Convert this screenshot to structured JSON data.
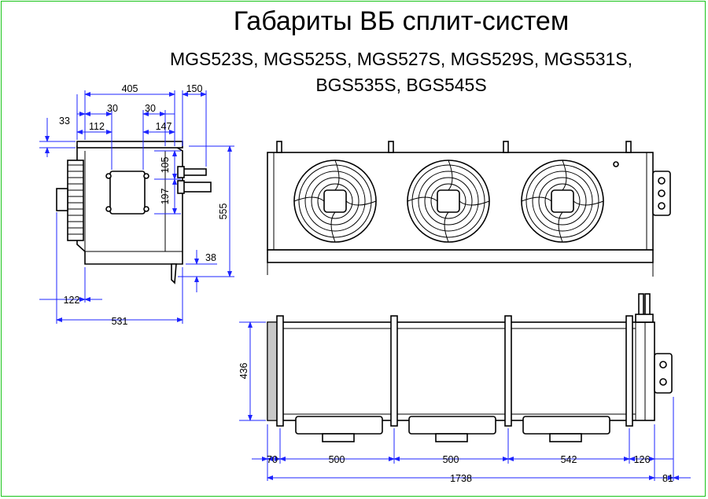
{
  "title": "Габариты ВБ сплит-систем",
  "models_line1": "MGS523S, MGS525S, MGS527S, MGS529S, MGS531S,",
  "models_line2": "BGS535S, BGS545S",
  "dims": {
    "d405": "405",
    "d150": "150",
    "d30a": "30",
    "d30b": "30",
    "d33": "33",
    "d112": "112",
    "d147": "147",
    "d105": "105",
    "d197": "197",
    "d555": "555",
    "d38": "38",
    "d122": "122",
    "d531": "531",
    "d436": "436",
    "d70": "70",
    "d500a": "500",
    "d500b": "500",
    "d542": "542",
    "d126": "126",
    "d1738": "1738",
    "d81": "81"
  },
  "colors": {
    "frame": "#19c419",
    "dimension": "#1d24ff",
    "outline": "#000000"
  }
}
